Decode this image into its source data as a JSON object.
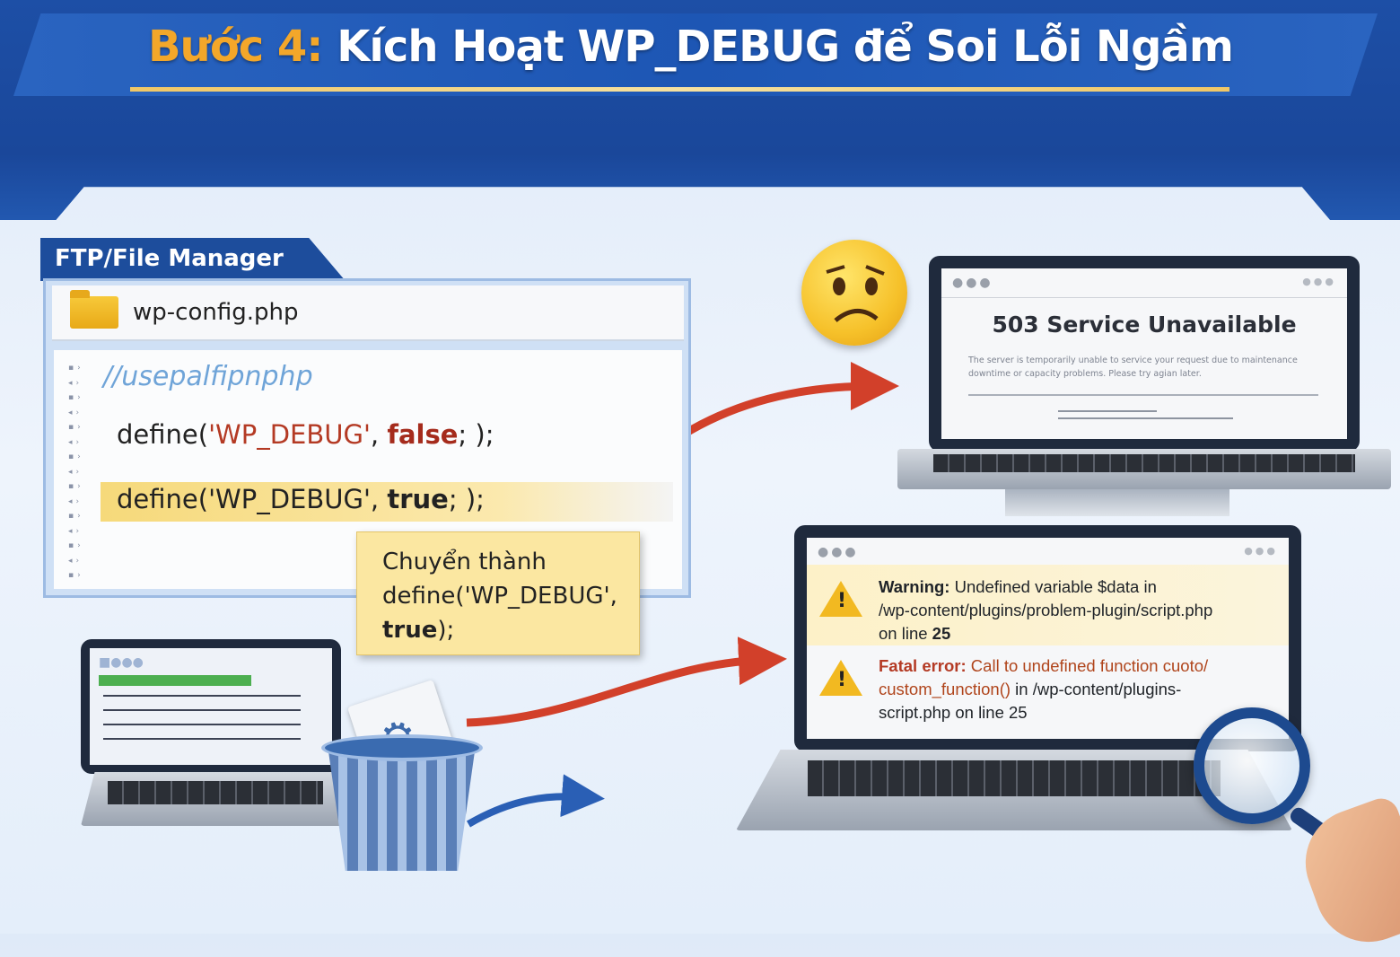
{
  "title": {
    "step": "Bước 4:",
    "text": "Kích Hoạt WP_DEBUG để Soi Lỗi Ngầm"
  },
  "ftp": {
    "tab_label": "FTP/File Manager",
    "file_name": "wp-config.php",
    "comment": "//usepalfipnphp",
    "line_false": {
      "func": "define(",
      "const": "'WP_DEBUG'",
      "sep": ", ",
      "value": "false",
      "end": "; );"
    },
    "line_true": {
      "func": "define(",
      "const": "'WP_DEBUG'",
      "sep": ", ",
      "value": "true",
      "end": "; );"
    }
  },
  "note": {
    "line1": "Chuyển thành",
    "line2": "define('WP_DEBUG',",
    "line3": "true",
    "line3_end": ");"
  },
  "screen_503": {
    "title": "503 Service Unavailable",
    "body": "The server is temporarily unable to service your request due to maintenance downtime or capacity problems. Please try agian later."
  },
  "screen_errors": {
    "warning": {
      "label": "Warning:",
      "text": " Undefined variable $data in",
      "line2": "/wp-content/plugins/problem-plugin/script.php",
      "line3": "on line ",
      "line_no": "25"
    },
    "fatal": {
      "label": "Fatal error:",
      "text": " Call to undefined function cuoto/",
      "line2a": "custom_function()",
      "line2b": " in /wp-content/plugins-",
      "line3": "script.php on line 25"
    }
  },
  "icons": [
    "folder-icon",
    "sad-face-emoji",
    "warning-icon",
    "magnifier-icon",
    "trash-icon",
    "gear-icon",
    "arrow-icon"
  ],
  "colors": {
    "accent": "#f3a72a",
    "primary": "#1d4fa6",
    "highlight": "#f6d97a",
    "error": "#b43a24",
    "arrow_red": "#d2402a",
    "arrow_blue": "#2a5fb5"
  }
}
